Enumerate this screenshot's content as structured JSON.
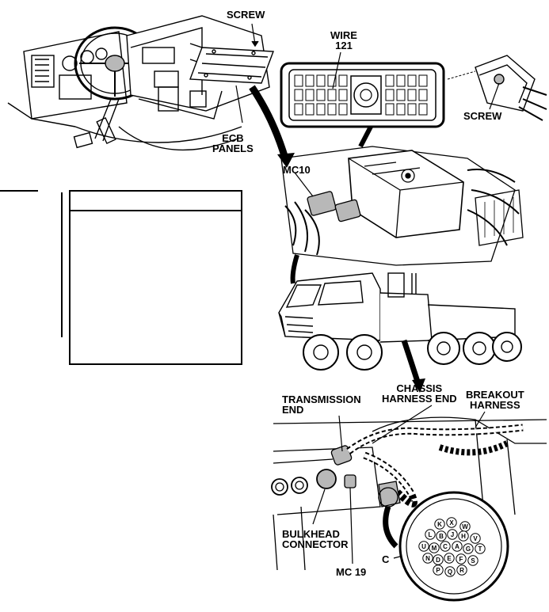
{
  "labels": {
    "screw_top": "SCREW",
    "wire_line1": "WIRE",
    "wire_line2": "121",
    "screw_right": "SCREW",
    "ecb_line1": "ECB",
    "ecb_line2": "PANELS",
    "mc10": "MC10",
    "transmission_line1": "TRANSMISSION",
    "transmission_line2": "END",
    "chassis_line1": "CHASSIS",
    "chassis_line2": "HARNESS END",
    "breakout_line1": "BREAKOUT",
    "breakout_line2": "HARNESS",
    "bulkhead_line1": "BULKHEAD",
    "bulkhead_line2": "CONNECTOR",
    "mc19": "MC 19",
    "pin_c": "C"
  },
  "connector_pins": [
    "K",
    "X",
    "W",
    "L",
    "B",
    "J",
    "H",
    "V",
    "U",
    "M",
    "C",
    "A",
    "G",
    "T",
    "N",
    "D",
    "E",
    "F",
    "S",
    "P",
    "Q",
    "R"
  ],
  "colors": {
    "ink": "#000000",
    "paper": "#ffffff",
    "shade": "#b8b8b8"
  }
}
